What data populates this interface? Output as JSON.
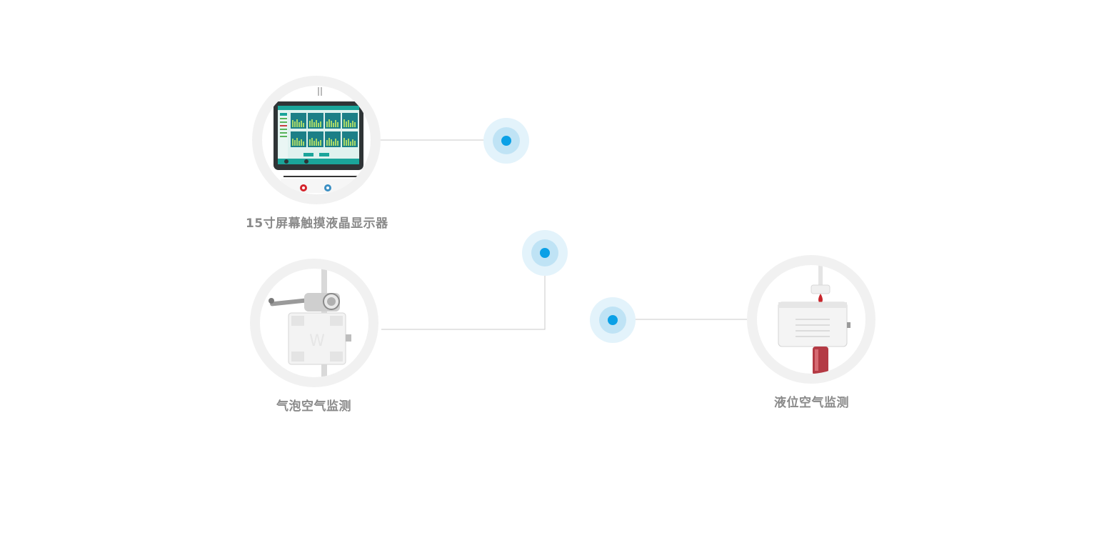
{
  "features": [
    {
      "id": "touch-screen",
      "caption": "15寸屏幕触摸液晶显示器",
      "image": "touch-screen-display-image"
    },
    {
      "id": "bubble-detector",
      "caption": "气泡空气监测",
      "image": "bubble-air-detector-image"
    },
    {
      "id": "level-detector",
      "caption": "液位空气监测",
      "image": "liquid-level-detector-image"
    }
  ],
  "colors": {
    "hotspot_dot": "#0aa0e6",
    "hotspot_halo": "#e3f3fb",
    "ring": "#f1f1f1",
    "caption_text": "#8a8a8a",
    "connector_line": "#c8c8c8"
  }
}
